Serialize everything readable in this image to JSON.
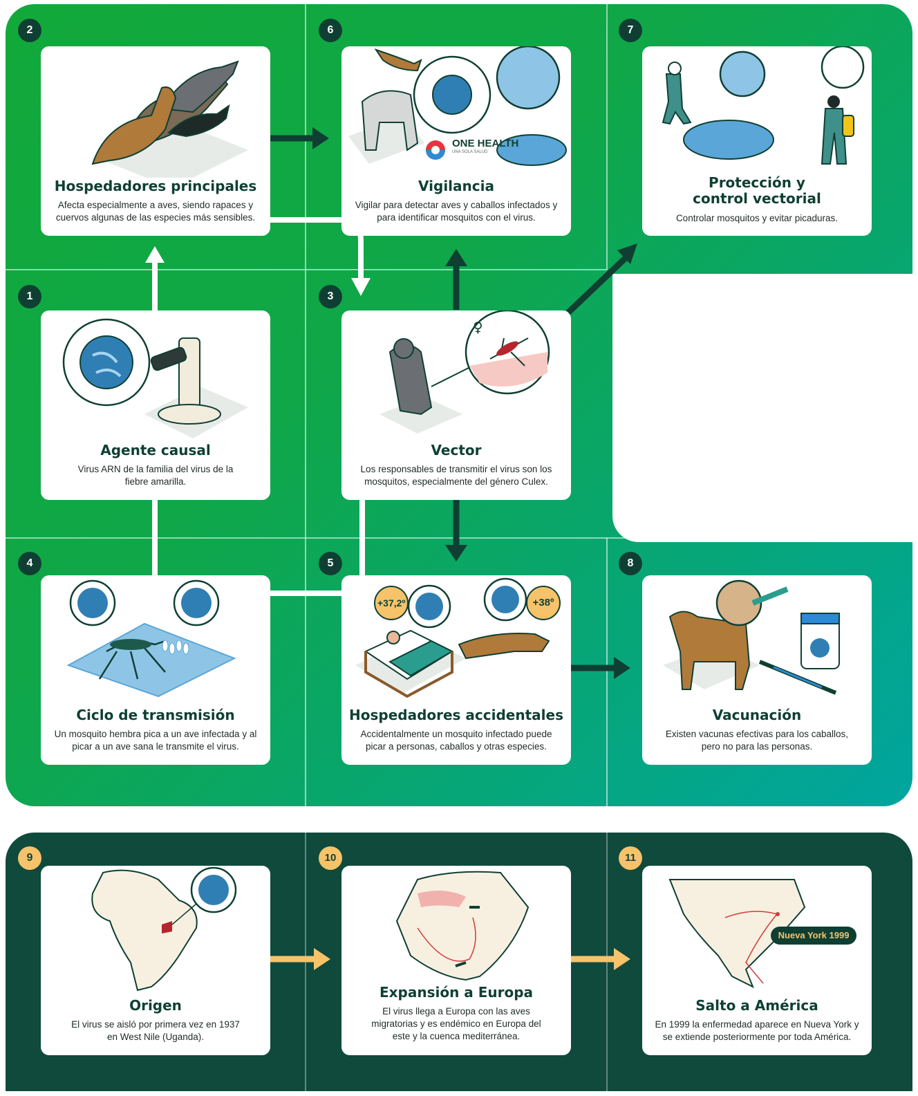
{
  "steps": [
    {
      "n": "1",
      "title": "Agente causal",
      "desc": "Virus ARN de la familia del virus de la fiebre amarilla."
    },
    {
      "n": "2",
      "title": "Hospedadores principales",
      "desc": "Afecta especialmente a aves, siendo rapaces y cuervos algunas de las especies más sensibles."
    },
    {
      "n": "3",
      "title": "Vector",
      "desc": "Los responsables de transmitir el virus son los mosquitos, especialmente del género Culex."
    },
    {
      "n": "4",
      "title": "Ciclo de transmisión",
      "desc": "Un mosquito hembra pica a un ave infectada y al picar a un ave sana le transmite el virus."
    },
    {
      "n": "5",
      "title": "Hospedadores accidentales",
      "desc": "Accidentalmente un mosquito infectado puede picar a personas, caballos y otras especies."
    },
    {
      "n": "6",
      "title": "Vigilancia",
      "desc": "Vigilar para detectar aves y caballos infectados y para identificar mosquitos con el virus."
    },
    {
      "n": "7",
      "title": "Protección y control vectorial",
      "desc": "Controlar mosquitos y evitar picaduras."
    },
    {
      "n": "8",
      "title": "Vacunación",
      "desc": "Existen vacunas efectivas para los caballos, pero no para las personas."
    },
    {
      "n": "9",
      "title": "Origen",
      "desc": "El virus se aisló por primera vez en 1937 en West Nile (Uganda)."
    },
    {
      "n": "10",
      "title": "Expansión a Europa",
      "desc": "El virus llega a Europa con las aves migratorias y es endémico en Europa del este y la cuenca mediterránea."
    },
    {
      "n": "11",
      "title": "Salto a América",
      "desc": "En 1999 la enfermedad aparece en Nueva York y se extiende posteriormente por toda América."
    }
  ],
  "labels": {
    "onehealth_brand": "ONE HEALTH",
    "onehealth_sub": "UNA SOLA SALUD",
    "temp_person": "+37,2º",
    "temp_horse": "+38º",
    "female_symbol": "♀",
    "ny_tag": "Nueva York 1999"
  },
  "colors": {
    "dark_green": "#0f3f33",
    "bright_green": "#12a93a",
    "teal": "#00a59f",
    "yellow": "#f6c36a",
    "virus_blue": "#2f7fb4"
  }
}
